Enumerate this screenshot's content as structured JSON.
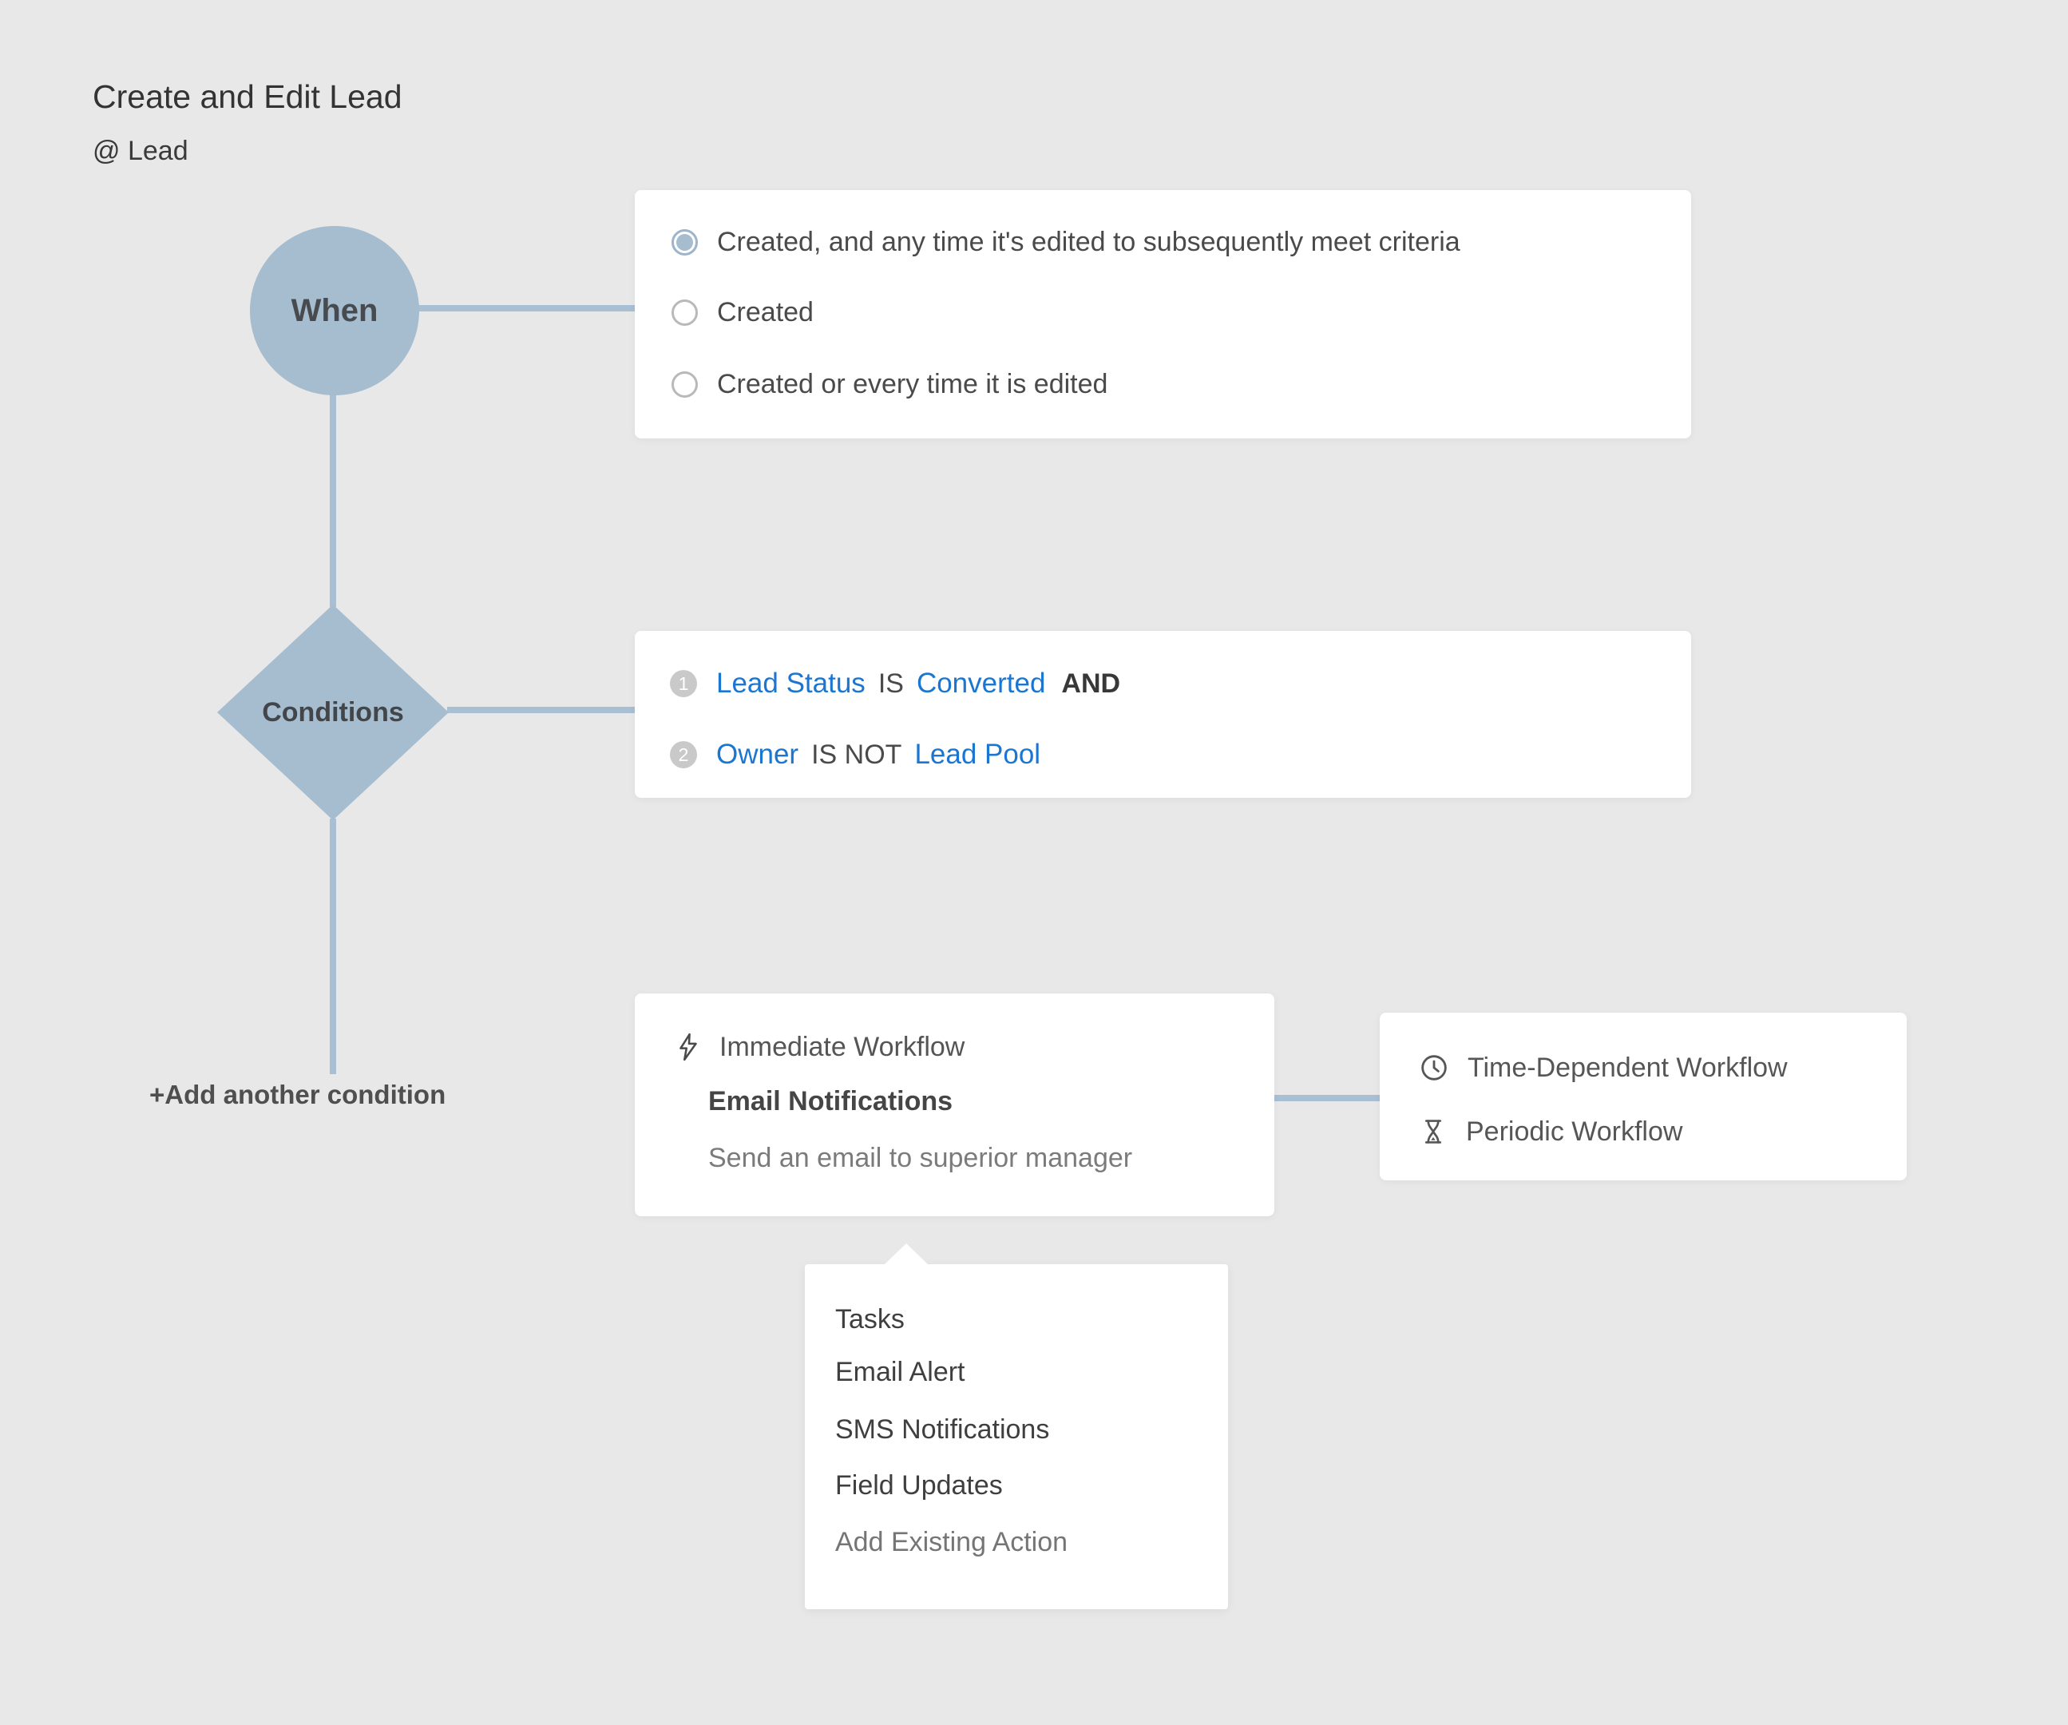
{
  "page": {
    "title": "Create and Edit Lead",
    "subtitle": "@ Lead"
  },
  "colors": {
    "background": "#e8e8e8",
    "node_blue": "#a6bccf",
    "connector_blue": "#a9bfd3",
    "link_blue": "#1b76d2",
    "panel_white": "#ffffff",
    "text_dark": "#3f3f3f",
    "badge_gray": "#c9c9c9"
  },
  "when": {
    "label": "When",
    "options": [
      {
        "label": "Created, and any time it's edited to subsequently meet criteria",
        "selected": true
      },
      {
        "label": "Created",
        "selected": false
      },
      {
        "label": "Created or every time it is edited",
        "selected": false
      }
    ]
  },
  "conditions": {
    "label": "Conditions",
    "rows": [
      {
        "num": "1",
        "field": "Lead Status",
        "operator": "IS",
        "value": "Converted",
        "conjunction": "AND"
      },
      {
        "num": "2",
        "field": "Owner",
        "operator": "IS NOT",
        "value": "Lead Pool",
        "conjunction": ""
      }
    ],
    "add_label": "+Add another condition"
  },
  "immediate": {
    "icon": "lightning-icon",
    "title": "Immediate Workflow",
    "subtitle": "Email Notifications",
    "description": "Send an email to superior manager"
  },
  "time_panel": {
    "items": [
      {
        "icon": "clock-icon",
        "label": "Time-Dependent Workflow"
      },
      {
        "icon": "hourglass-icon",
        "label": "Periodic Workflow"
      }
    ]
  },
  "actions_menu": {
    "items": [
      {
        "label": "Tasks",
        "muted": false
      },
      {
        "label": "Email Alert",
        "muted": false
      },
      {
        "label": "SMS Notifications",
        "muted": false
      },
      {
        "label": "Field Updates",
        "muted": false
      },
      {
        "label": "Add Existing Action",
        "muted": true
      }
    ]
  }
}
